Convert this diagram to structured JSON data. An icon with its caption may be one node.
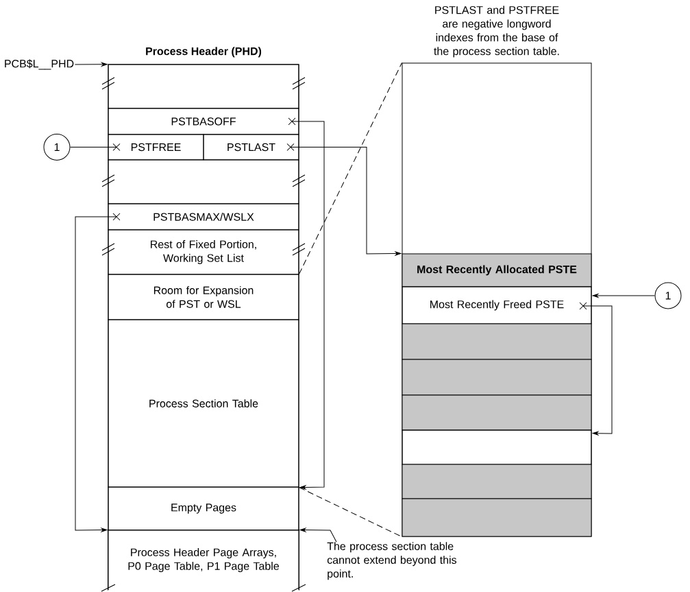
{
  "diagram": {
    "nodes": [
      {
        "text": [
          "Process Header (PHD)"
        ]
      },
      {
        "text": [],
        "shape": "box",
        "in": 0
      },
      {
        "text": [
          "PSTBASOFF"
        ],
        "in": 0
      },
      {
        "text": [
          "PSTFREE"
        ],
        "in": 0
      },
      {
        "text": [
          "PSTLAST"
        ],
        "in": 0
      },
      {
        "text": [],
        "shape": "box",
        "in": 0
      },
      {
        "text": [
          "PSTBASMAX/WSLX"
        ],
        "in": 0
      },
      {
        "text": [
          "Rest of Fixed Portion, Working Set List"
        ],
        "in": 0
      },
      {
        "text": [
          "Room for Expansion of PST or WSL"
        ],
        "in": 0
      },
      {
        "text": [
          "Process Section Table"
        ],
        "in": 0
      },
      {
        "text": [
          "Empty Pages"
        ],
        "in": 0
      },
      {
        "text": [
          "Process Header Page Arrays, P0 Page Table, P1 Page Table"
        ],
        "in": 0
      },
      {
        "text": [
          "PCB$L__PHD"
        ]
      },
      {
        "text": [
          "1"
        ]
      },
      {
        "text": [],
        "shape": "box"
      },
      {
        "text": [
          "Most Recently Allocated PSTE"
        ],
        "in": 14
      },
      {
        "text": [
          "Most Recently Freed PSTE"
        ],
        "in": 14
      },
      {
        "text": [],
        "shape": "box",
        "in": 14
      },
      {
        "text": [],
        "shape": "box",
        "in": 14
      },
      {
        "text": [],
        "shape": "box",
        "in": 14
      },
      {
        "text": [],
        "shape": "box",
        "in": 14
      },
      {
        "text": [],
        "shape": "box",
        "in": 14
      },
      {
        "text": [],
        "shape": "box",
        "in": 14
      },
      {
        "text": [
          "1"
        ]
      },
      {
        "text": [
          "The process section table cannot extend beyond this point."
        ]
      }
    ],
    "edges": [
      {
        "from": 12,
        "to": 0,
        "arrow": "to"
      },
      {
        "from": 13,
        "to": 3,
        "arrow": "none"
      },
      {
        "from": 2,
        "to": 9,
        "arrow": "to"
      },
      {
        "from": 4,
        "to": 15,
        "arrow": "to"
      },
      {
        "from": 6,
        "to": 11,
        "arrow": "to"
      },
      {
        "from": 23,
        "to": 16,
        "arrow": "to"
      },
      {
        "from": 16,
        "to": 20,
        "arrow": "to"
      },
      {
        "from": 24,
        "to": 11,
        "arrow": "to"
      },
      {
        "from": 8,
        "to": 14,
        "arrow": "none",
        "style": "dashed"
      },
      {
        "from": 9,
        "to": 14,
        "arrow": "none",
        "style": "dashed"
      }
    ],
    "labels": [
      "PSTLAST and PSTFREE are negative longword indexes from the base of the process section table."
    ]
  }
}
